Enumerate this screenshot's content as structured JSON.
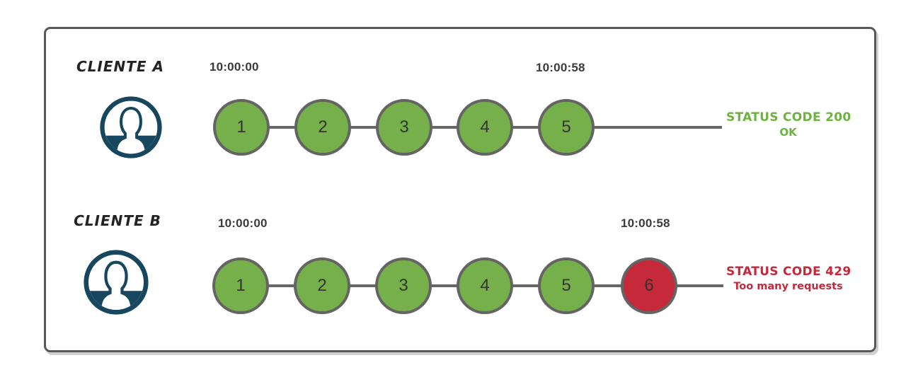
{
  "diagram": {
    "title": "rate-limit-comparison-diagram",
    "rows": [
      {
        "client": "CLIENTE A",
        "time_start": "10:00:00",
        "time_end": "10:00:58",
        "requests": [
          "1",
          "2",
          "3",
          "4",
          "5"
        ],
        "status_line1": "STATUS CODE 200",
        "status_line2": "OK"
      },
      {
        "client": "CLIENTE B",
        "time_start": "10:00:00",
        "time_end": "10:00:58",
        "requests": [
          "1",
          "2",
          "3",
          "4",
          "5",
          "6"
        ],
        "status_line1": "STATUS CODE 429",
        "status_line2": "Too many requests"
      }
    ],
    "icons": {
      "client_avatar": "user-avatar-icon"
    },
    "colors": {
      "request_ok_fill": "#76b04a",
      "request_blocked_fill": "#c5293a",
      "circle_border": "#646464",
      "timeline_line": "#666666",
      "status_ok_text": "#6cb23e",
      "status_error_text": "#c5283a",
      "time_text": "#3b3b3b",
      "client_text": "#232323",
      "frame_border": "#585858",
      "avatar_icon": "#17475f"
    }
  }
}
